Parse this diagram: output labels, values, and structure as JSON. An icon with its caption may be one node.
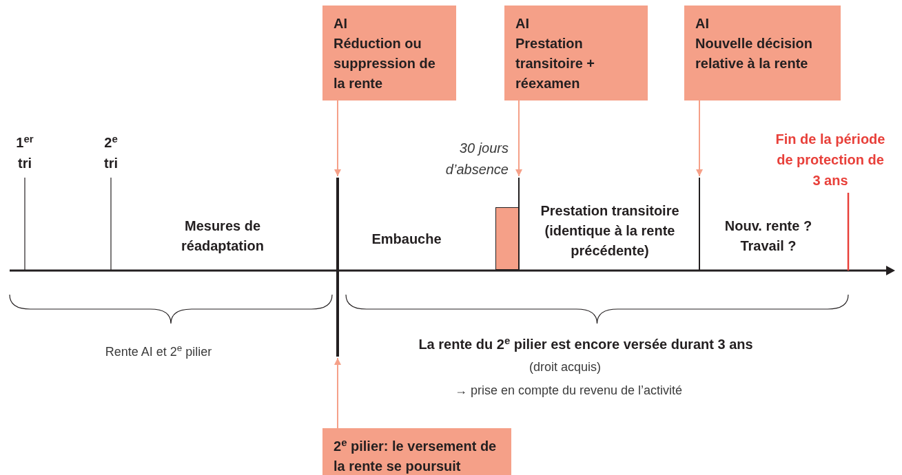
{
  "diagram": {
    "nodes": [
      {
        "text": [
          "AI",
          "Réduction ou suppression de la rente"
        ]
      },
      {
        "text": [
          "AI",
          "Prestation transitoire + réexamen"
        ]
      },
      {
        "text": [
          "AI",
          "Nouvelle décision relative à la rente"
        ]
      },
      {
        "text": [
          "2$^{e}$ pilier: le versement de la rente se poursuit"
        ]
      },
      {
        "text": [],
        "shape": "bar"
      },
      {
        "text": [],
        "shape": "bar",
        "beside": [
          "30 jours d’absence"
        ]
      },
      {
        "text": [],
        "shape": "bar"
      },
      {
        "text": [],
        "shape": "box"
      }
    ],
    "edges": [
      {
        "from": 0,
        "to": 4,
        "arrow": "to"
      },
      {
        "from": 1,
        "to": 5,
        "arrow": "to"
      },
      {
        "from": 2,
        "to": 6,
        "arrow": "to"
      },
      {
        "from": 3,
        "to": 4,
        "arrow": "to"
      }
    ],
    "labels": [
      "1$^{er}$ tri",
      "2$^{e}$ tri",
      "Fin de la période de protection de 3 ans",
      "Mesures de réadaptation",
      "Embauche",
      "Prestation transitoire (identique à la rente précédente)",
      "Nouv. rente ? Travail ?",
      "Rente AI et 2$^{e}$ pilier",
      "La rente du 2$^{e}$ pilier est encore versée durant 3 ans",
      "(droit acquis)",
      "→ prise en compte du revenu de l’activité"
    ]
  }
}
